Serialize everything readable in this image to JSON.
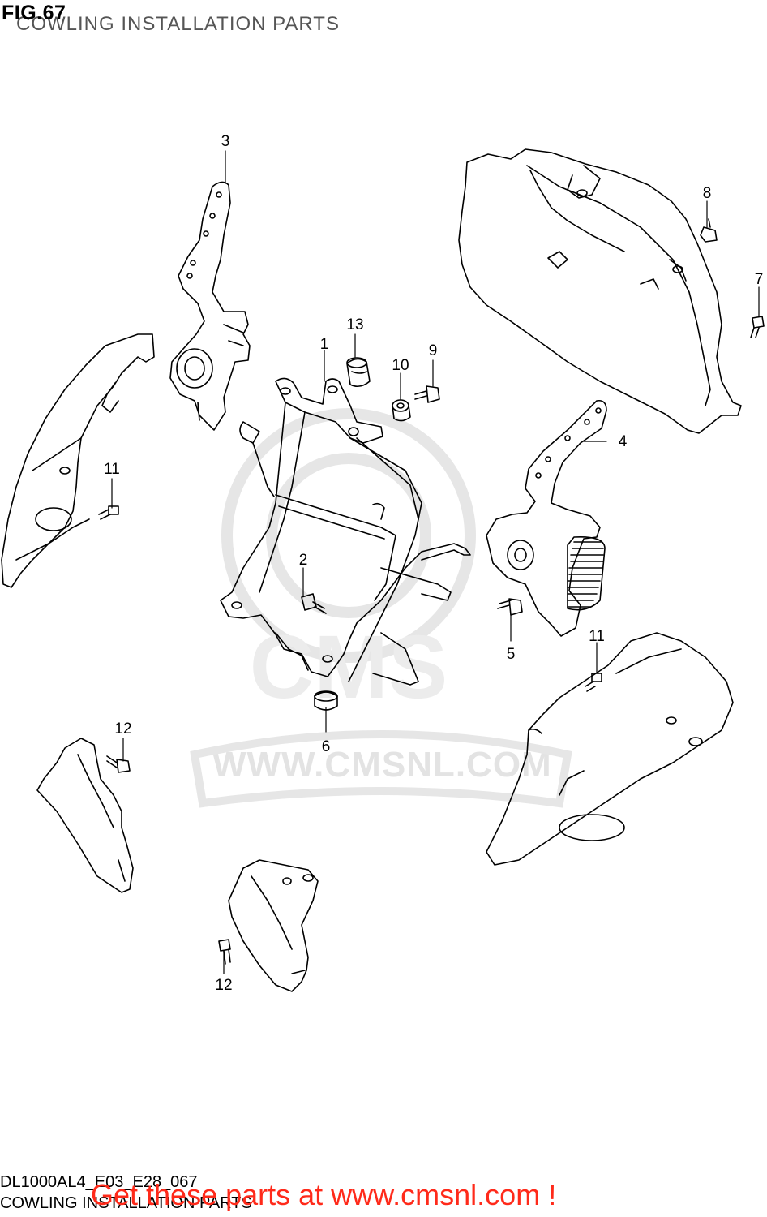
{
  "header": {
    "fig_label": "FIG.67",
    "subtitle": "COWLING INSTALLATION PARTS"
  },
  "watermark": {
    "url": "WWW.CMSNL.COM",
    "logo": "CMS"
  },
  "callouts": {
    "c1": "1",
    "c2": "2",
    "c3": "3",
    "c4": "4",
    "c5": "5",
    "c6": "6",
    "c7": "7",
    "c8": "8",
    "c9": "9",
    "c10": "10",
    "c11a": "11",
    "c11b": "11",
    "c12a": "12",
    "c12b": "12",
    "c13": "13"
  },
  "footer": {
    "code": "DL1000AL4_E03_E28_067",
    "subtitle": "COWLING INSTALLATION PARTS",
    "cta": "Get these parts at www.cmsnl.com !"
  },
  "colors": {
    "cta": "#ff2a1a",
    "line": "#000000",
    "watermark": "#e3e3e3"
  }
}
